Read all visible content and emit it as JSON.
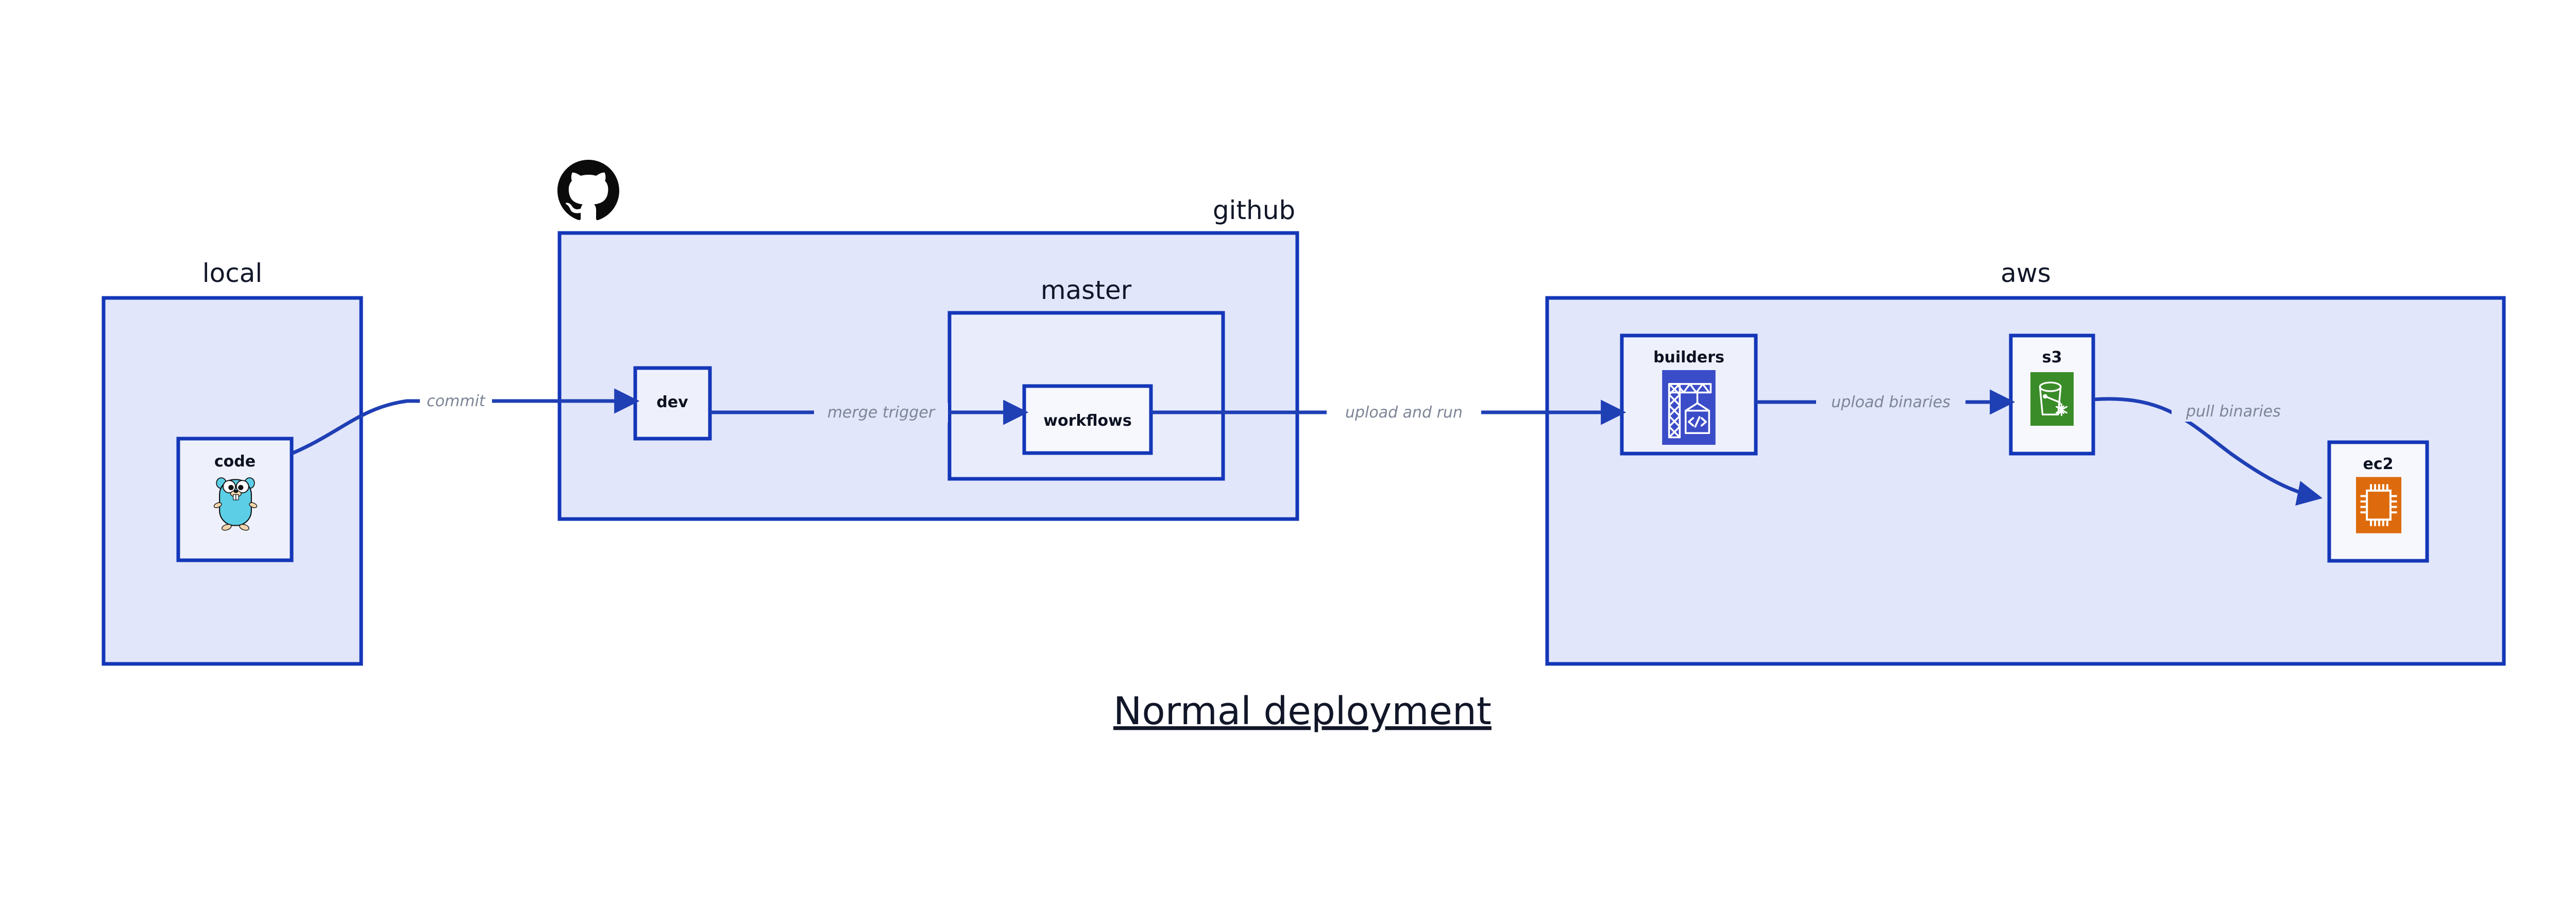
{
  "diagram": {
    "title": "Normal deployment",
    "background_color": "#ffffff",
    "accent_color": "#1437b8",
    "group_fill": "#e1e6fa",
    "subgroup_fill": "#e9edfb",
    "node_fill": "#eef1fc",
    "edge_color": "#1f3fb5",
    "edge_label_color": "#7d8596",
    "text_color": "#111628"
  },
  "groups": [
    {
      "id": "local",
      "label": "local"
    },
    {
      "id": "github",
      "label": "github"
    },
    {
      "id": "master",
      "label": "master"
    },
    {
      "id": "aws",
      "label": "aws"
    }
  ],
  "nodes": [
    {
      "id": "code",
      "label": "code",
      "icon": "go-gopher-icon",
      "icon_color": "#5ccfe6"
    },
    {
      "id": "dev",
      "label": "dev",
      "icon": "none",
      "icon_color": ""
    },
    {
      "id": "workflows",
      "label": "workflows",
      "icon": "none",
      "icon_color": ""
    },
    {
      "id": "builders",
      "label": "builders",
      "icon": "crane-code-icon",
      "icon_color": "#3b4cc8"
    },
    {
      "id": "s3",
      "label": "s3",
      "icon": "s3-bucket-icon",
      "icon_color": "#3a8c28"
    },
    {
      "id": "ec2",
      "label": "ec2",
      "icon": "cpu-chip-icon",
      "icon_color": "#dd6b0d"
    }
  ],
  "edges": [
    {
      "from": "code",
      "to": "dev",
      "label": "commit"
    },
    {
      "from": "dev",
      "to": "workflows",
      "label": "merge trigger"
    },
    {
      "from": "workflows",
      "to": "builders",
      "label": "upload and run"
    },
    {
      "from": "builders",
      "to": "s3",
      "label": "upload binaries"
    },
    {
      "from": "s3",
      "to": "ec2",
      "label": "pull binaries"
    }
  ],
  "logos": [
    {
      "id": "github-logo",
      "name": "github-octocat-icon",
      "color": "#000000"
    }
  ]
}
